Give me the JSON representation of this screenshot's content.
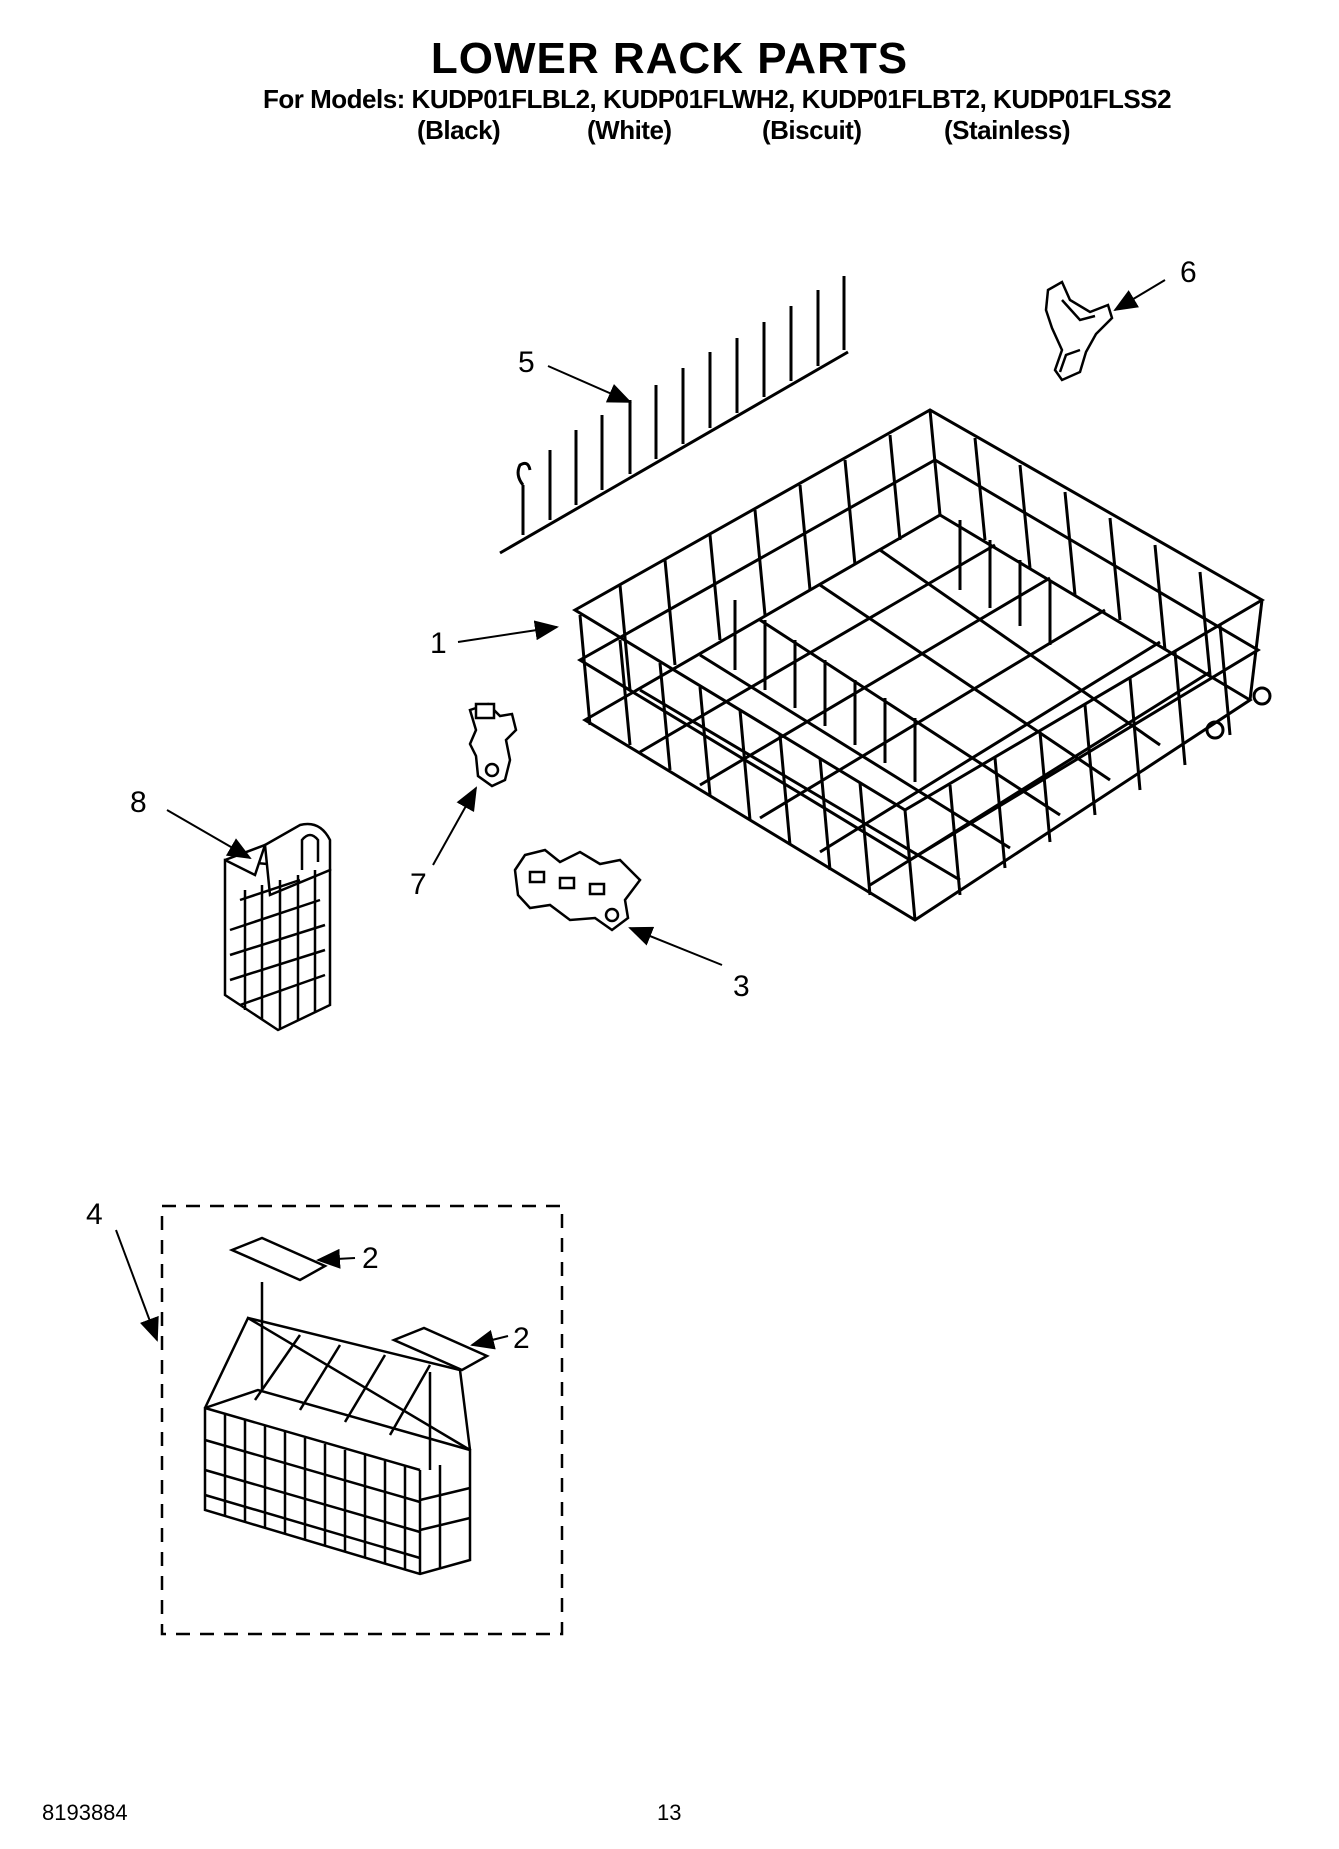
{
  "title": "LOWER RACK PARTS",
  "models_line": "For Models: KUDP01FLBL2, KUDP01FLWH2, KUDP01FLBT2, KUDP01FLSS2",
  "variants": [
    "(Black)",
    "(White)",
    "(Biscuit)",
    "(Stainless)"
  ],
  "callouts": {
    "c1": "1",
    "c2a": "2",
    "c2b": "2",
    "c3": "3",
    "c4": "4",
    "c5": "5",
    "c6": "6",
    "c7": "7",
    "c8": "8"
  },
  "footer": {
    "doc_number": "8193884",
    "page_number": "13"
  }
}
